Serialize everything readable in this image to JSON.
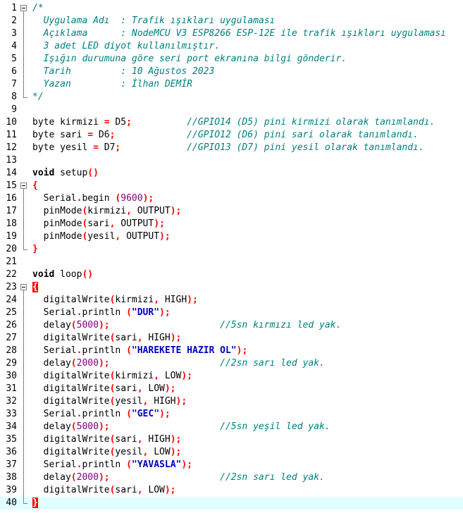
{
  "lines": [
    [
      {
        "t": "/*",
        "c": "cm"
      }
    ],
    [
      {
        "t": "  Uygulama Adı  : Trafik ışıkları uygulaması",
        "c": "cm"
      }
    ],
    [
      {
        "t": "  Açıklama      : NodeMCU V3 ESP8266 ESP-12E ile trafik ışıkları uygulaması",
        "c": "cm"
      }
    ],
    [
      {
        "t": "  3 adet LED diyot kullanılmıştır.",
        "c": "cm"
      }
    ],
    [
      {
        "t": "  Işığın durumuna göre seri port ekranına bilgi gönderir.",
        "c": "cm"
      }
    ],
    [
      {
        "t": "  Tarih         : 10 Ağustos 2023",
        "c": "cm"
      }
    ],
    [
      {
        "t": "  Yazan         : İlhan DEMİR",
        "c": "cm"
      }
    ],
    [
      {
        "t": "*/",
        "c": "cm"
      }
    ],
    [],
    [
      {
        "t": "byte kirmizi ",
        "c": ""
      },
      {
        "t": "=",
        "c": "op"
      },
      {
        "t": " D5",
        "c": ""
      },
      {
        "t": ";",
        "c": "op"
      },
      {
        "t": "          //GPIO14 (D5) pini kirmizi olarak tanımlandı.",
        "c": "cm"
      }
    ],
    [
      {
        "t": "byte sari ",
        "c": ""
      },
      {
        "t": "=",
        "c": "op"
      },
      {
        "t": " D6",
        "c": ""
      },
      {
        "t": ";",
        "c": "op"
      },
      {
        "t": "             //GPIO12 (D6) pini sari olarak tanımlandı.",
        "c": "cm"
      }
    ],
    [
      {
        "t": "byte yesil ",
        "c": ""
      },
      {
        "t": "=",
        "c": "op"
      },
      {
        "t": " D7",
        "c": ""
      },
      {
        "t": ";",
        "c": "op"
      },
      {
        "t": "            //GPIO13 (D7) pini yesil olarak tanımlandı.",
        "c": "cm"
      }
    ],
    [],
    [
      {
        "t": "void",
        "c": "kw"
      },
      {
        "t": " setup",
        "c": ""
      },
      {
        "t": "()",
        "c": "op"
      }
    ],
    [
      {
        "t": "{",
        "c": "brace"
      }
    ],
    [
      {
        "t": "  Serial",
        "c": ""
      },
      {
        "t": ".",
        "c": "op"
      },
      {
        "t": "begin ",
        "c": ""
      },
      {
        "t": "(",
        "c": "op"
      },
      {
        "t": "9600",
        "c": "num"
      },
      {
        "t": ");",
        "c": "op"
      }
    ],
    [
      {
        "t": "  pinMode",
        "c": ""
      },
      {
        "t": "(",
        "c": "op"
      },
      {
        "t": "kirmizi",
        "c": ""
      },
      {
        "t": ",",
        "c": "op"
      },
      {
        "t": " OUTPUT",
        "c": ""
      },
      {
        "t": ");",
        "c": "op"
      }
    ],
    [
      {
        "t": "  pinMode",
        "c": ""
      },
      {
        "t": "(",
        "c": "op"
      },
      {
        "t": "sari",
        "c": ""
      },
      {
        "t": ",",
        "c": "op"
      },
      {
        "t": " OUTPUT",
        "c": ""
      },
      {
        "t": ");",
        "c": "op"
      }
    ],
    [
      {
        "t": "  pinMode",
        "c": ""
      },
      {
        "t": "(",
        "c": "op"
      },
      {
        "t": "yesil",
        "c": ""
      },
      {
        "t": ",",
        "c": "op"
      },
      {
        "t": " OUTPUT",
        "c": ""
      },
      {
        "t": ");",
        "c": "op"
      }
    ],
    [
      {
        "t": "}",
        "c": "brace"
      }
    ],
    [],
    [
      {
        "t": "void",
        "c": "kw"
      },
      {
        "t": " loop",
        "c": ""
      },
      {
        "t": "()",
        "c": "op"
      }
    ],
    [
      {
        "t": "{",
        "c": "brace hl"
      }
    ],
    [
      {
        "t": "  digitalWrite",
        "c": ""
      },
      {
        "t": "(",
        "c": "op"
      },
      {
        "t": "kirmizi",
        "c": ""
      },
      {
        "t": ",",
        "c": "op"
      },
      {
        "t": " HIGH",
        "c": ""
      },
      {
        "t": ");",
        "c": "op"
      }
    ],
    [
      {
        "t": "  Serial",
        "c": ""
      },
      {
        "t": ".",
        "c": "op"
      },
      {
        "t": "println ",
        "c": ""
      },
      {
        "t": "(",
        "c": "op"
      },
      {
        "t": "\"DUR\"",
        "c": "str"
      },
      {
        "t": ");",
        "c": "op"
      }
    ],
    [
      {
        "t": "  delay",
        "c": ""
      },
      {
        "t": "(",
        "c": "op"
      },
      {
        "t": "5000",
        "c": "num"
      },
      {
        "t": ");",
        "c": "op"
      },
      {
        "t": "                    //5sn kırmızı led yak.",
        "c": "cm"
      }
    ],
    [
      {
        "t": "  digitalWrite",
        "c": ""
      },
      {
        "t": "(",
        "c": "op"
      },
      {
        "t": "sari",
        "c": ""
      },
      {
        "t": ",",
        "c": "op"
      },
      {
        "t": " HIGH",
        "c": ""
      },
      {
        "t": ");",
        "c": "op"
      }
    ],
    [
      {
        "t": "  Serial",
        "c": ""
      },
      {
        "t": ".",
        "c": "op"
      },
      {
        "t": "println ",
        "c": ""
      },
      {
        "t": "(",
        "c": "op"
      },
      {
        "t": "\"HAREKETE HAZIR OL\"",
        "c": "str"
      },
      {
        "t": ");",
        "c": "op"
      }
    ],
    [
      {
        "t": "  delay",
        "c": ""
      },
      {
        "t": "(",
        "c": "op"
      },
      {
        "t": "2000",
        "c": "num"
      },
      {
        "t": ");",
        "c": "op"
      },
      {
        "t": "                    //2sn sarı led yak.",
        "c": "cm"
      }
    ],
    [
      {
        "t": "  digitalWrite",
        "c": ""
      },
      {
        "t": "(",
        "c": "op"
      },
      {
        "t": "kirmizi",
        "c": ""
      },
      {
        "t": ",",
        "c": "op"
      },
      {
        "t": " LOW",
        "c": ""
      },
      {
        "t": ");",
        "c": "op"
      }
    ],
    [
      {
        "t": "  digitalWrite",
        "c": ""
      },
      {
        "t": "(",
        "c": "op"
      },
      {
        "t": "sari",
        "c": ""
      },
      {
        "t": ",",
        "c": "op"
      },
      {
        "t": " LOW",
        "c": ""
      },
      {
        "t": ");",
        "c": "op"
      }
    ],
    [
      {
        "t": "  digitalWrite",
        "c": ""
      },
      {
        "t": "(",
        "c": "op"
      },
      {
        "t": "yesil",
        "c": ""
      },
      {
        "t": ",",
        "c": "op"
      },
      {
        "t": " HIGH",
        "c": ""
      },
      {
        "t": ");",
        "c": "op"
      }
    ],
    [
      {
        "t": "  Serial",
        "c": ""
      },
      {
        "t": ".",
        "c": "op"
      },
      {
        "t": "println ",
        "c": ""
      },
      {
        "t": "(",
        "c": "op"
      },
      {
        "t": "\"GEC\"",
        "c": "str"
      },
      {
        "t": ");",
        "c": "op"
      }
    ],
    [
      {
        "t": "  delay",
        "c": ""
      },
      {
        "t": "(",
        "c": "op"
      },
      {
        "t": "5000",
        "c": "num"
      },
      {
        "t": ");",
        "c": "op"
      },
      {
        "t": "                    //5sn yeşil led yak.",
        "c": "cm"
      }
    ],
    [
      {
        "t": "  digitalWrite",
        "c": ""
      },
      {
        "t": "(",
        "c": "op"
      },
      {
        "t": "sari",
        "c": ""
      },
      {
        "t": ",",
        "c": "op"
      },
      {
        "t": " HIGH",
        "c": ""
      },
      {
        "t": ");",
        "c": "op"
      }
    ],
    [
      {
        "t": "  digitalWrite",
        "c": ""
      },
      {
        "t": "(",
        "c": "op"
      },
      {
        "t": "yesil",
        "c": ""
      },
      {
        "t": ",",
        "c": "op"
      },
      {
        "t": " LOW",
        "c": ""
      },
      {
        "t": ");",
        "c": "op"
      }
    ],
    [
      {
        "t": "  Serial",
        "c": ""
      },
      {
        "t": ".",
        "c": "op"
      },
      {
        "t": "println ",
        "c": ""
      },
      {
        "t": "(",
        "c": "op"
      },
      {
        "t": "\"YAVASLA\"",
        "c": "str"
      },
      {
        "t": ");",
        "c": "op"
      }
    ],
    [
      {
        "t": "  delay",
        "c": ""
      },
      {
        "t": "(",
        "c": "op"
      },
      {
        "t": "2000",
        "c": "num"
      },
      {
        "t": ");",
        "c": "op"
      },
      {
        "t": "                    //2sn sarı led yak.",
        "c": "cm"
      }
    ],
    [
      {
        "t": "  digitalWrite",
        "c": ""
      },
      {
        "t": "(",
        "c": "op"
      },
      {
        "t": "sari",
        "c": ""
      },
      {
        "t": ",",
        "c": "op"
      },
      {
        "t": " LOW",
        "c": ""
      },
      {
        "t": ");",
        "c": "op"
      }
    ],
    [
      {
        "t": "}",
        "c": "brace hl"
      }
    ]
  ],
  "current_line": 40,
  "colors": {
    "comment": "#008080",
    "operator": "#ff0000",
    "number": "#800080",
    "string": "#0000c0",
    "current_line_bg": "#e0ffff"
  }
}
